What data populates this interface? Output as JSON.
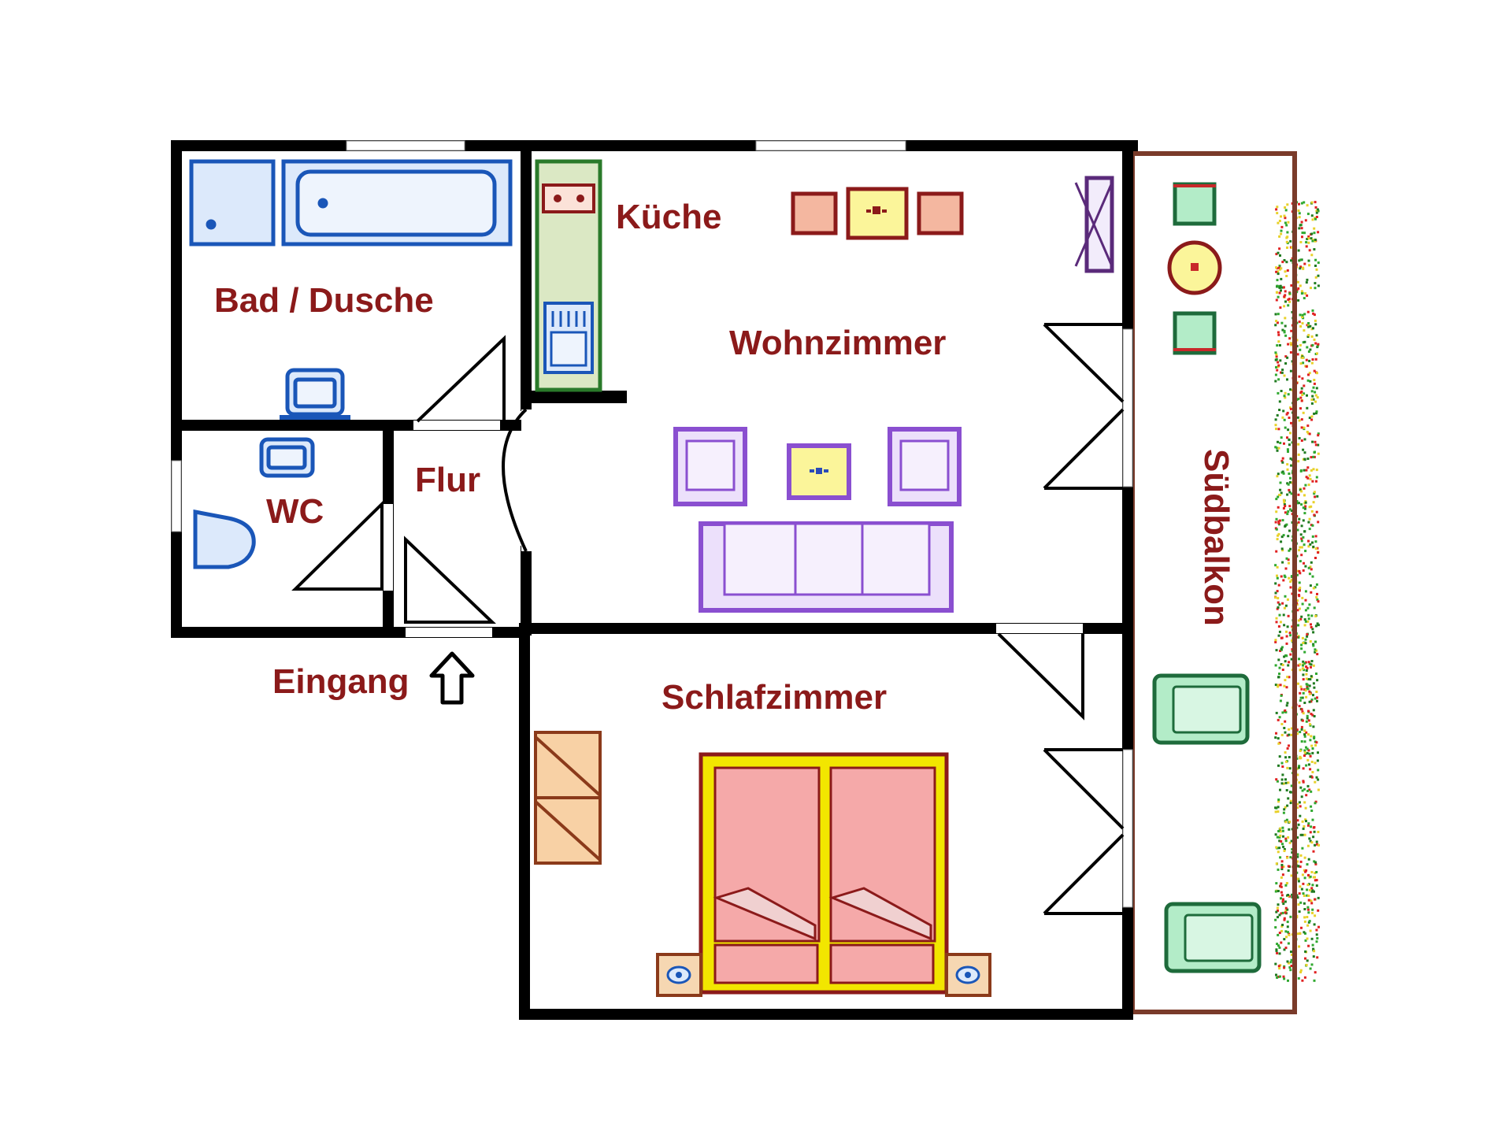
{
  "rooms": {
    "bath": "Bad / Dusche",
    "kitchen": "Küche",
    "living": "Wohnzimmer",
    "wc": "WC",
    "hall": "Flur",
    "bedroom": "Schlafzimmer",
    "balcony": "Südbalkon"
  },
  "entrance": {
    "label": "Eingang"
  },
  "colors": {
    "wall": "#000000",
    "label": "#8b1a1a",
    "sanitary": "#1a56b8",
    "sanitary_fill": "#dce9fb",
    "kitchen_fill": "#dbe8c4",
    "sofa_stroke": "#8a4fd0",
    "sofa_fill": "#ece0fb",
    "table_fill": "#fbf59a",
    "dining_chair": "#f4b7a0",
    "bed_frame": "#f2e600",
    "bed_fill": "#f5a9a9",
    "nightstand": "#f6d7b2",
    "wardrobe": "#f8d1a5",
    "balcony_chair": "#b3ecc8",
    "balcony_chair_stroke": "#1e6b3b",
    "balcony_rail": "#7a3b2a",
    "plants_green": "#2fa82f",
    "plants_red": "#e02020"
  }
}
